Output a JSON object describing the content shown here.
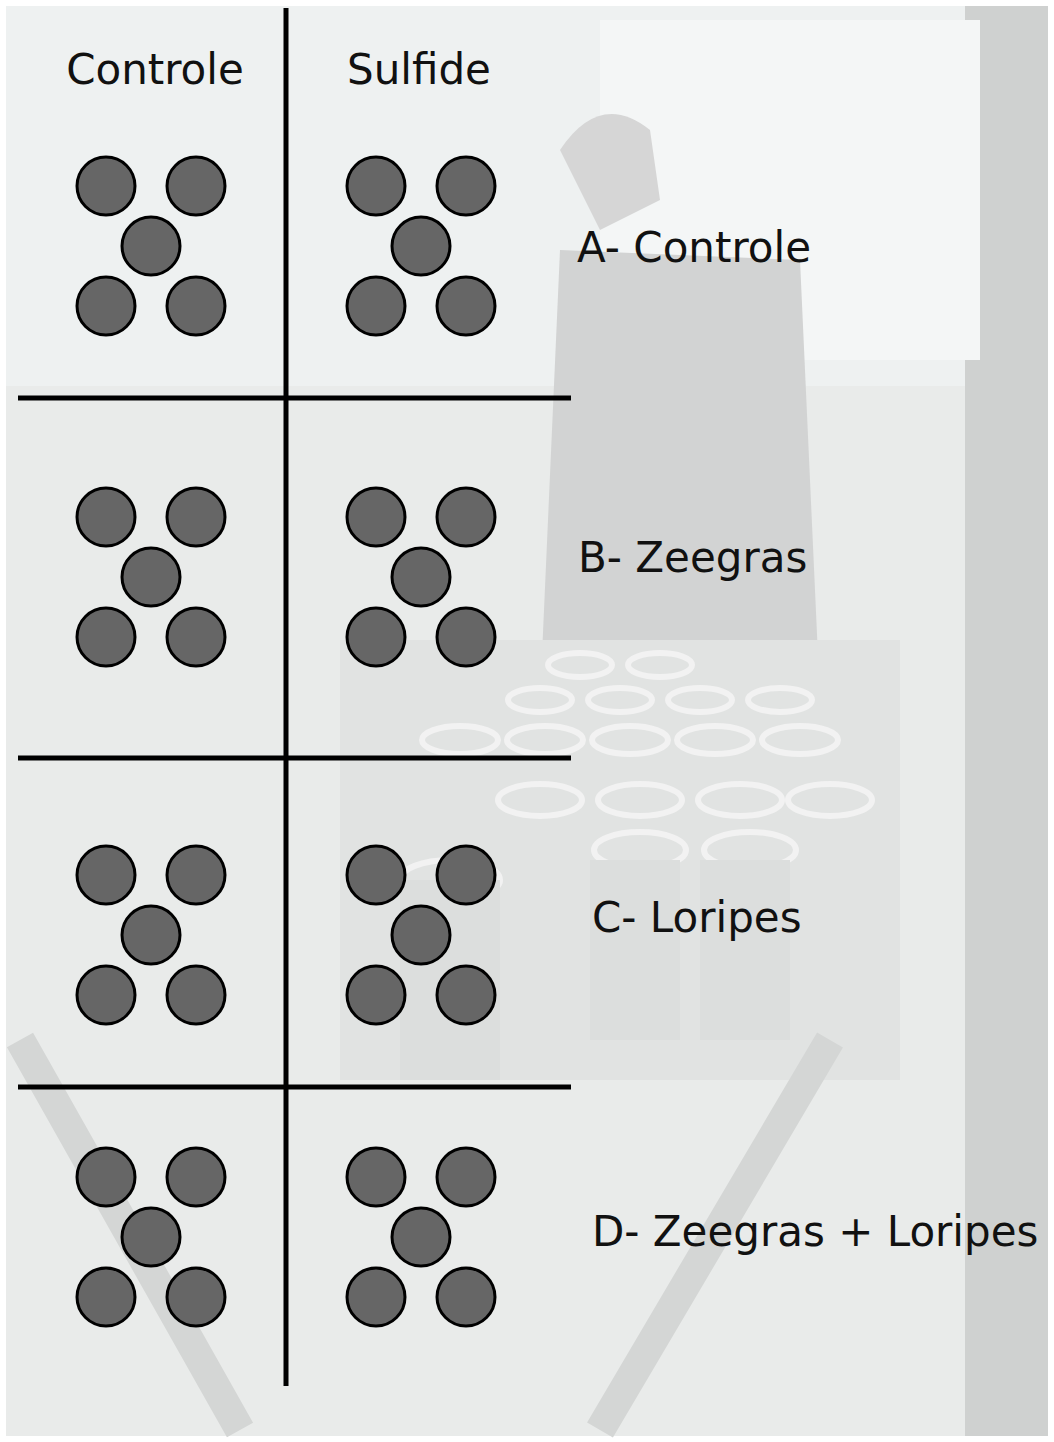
{
  "diagram": {
    "labels": [
      "Controle",
      "Sulfide",
      "A- Controle",
      "B- Zeegras",
      "C- Loripes",
      "D- Zeegras + Loripes"
    ]
  }
}
